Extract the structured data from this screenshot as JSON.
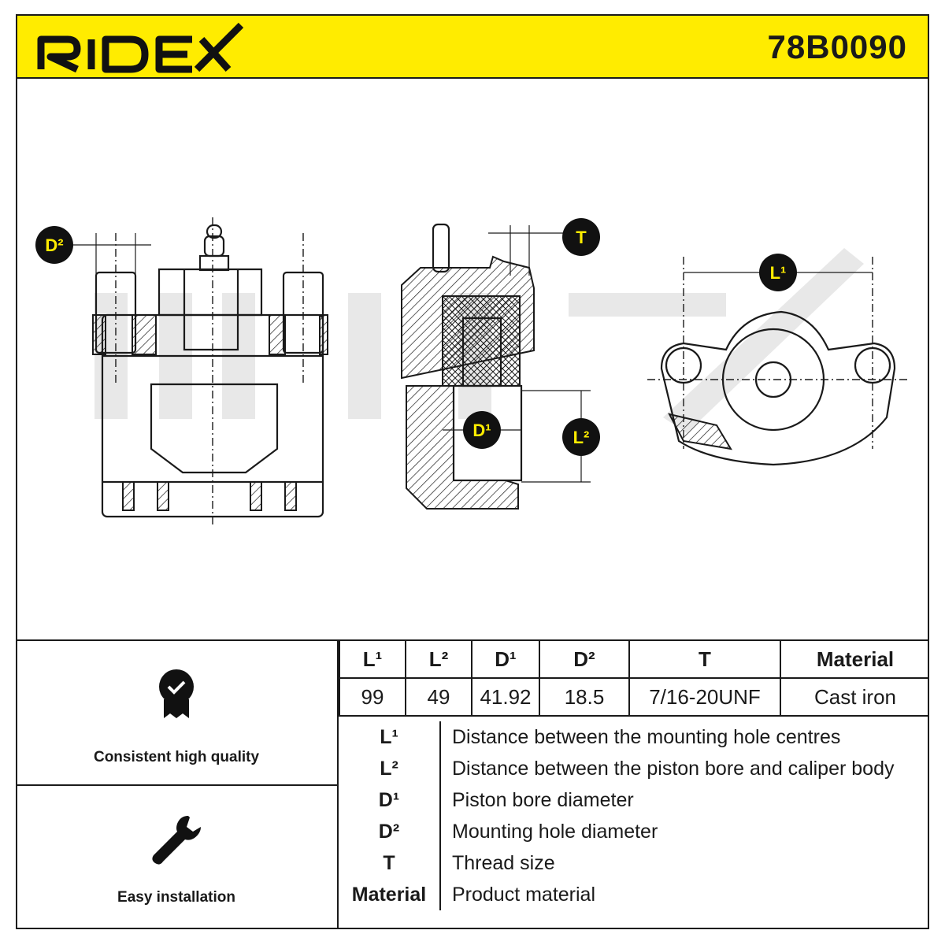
{
  "header": {
    "brand": "RIDEX",
    "part_number": "78B0090",
    "background_color": "#ffec00"
  },
  "drawing": {
    "watermark": "RIDEX",
    "dimension_badges": {
      "d2": "D²",
      "t": "T",
      "l1": "L¹",
      "d1": "D¹",
      "l2": "L²"
    }
  },
  "features": [
    {
      "icon": "quality-badge-icon",
      "label": "Consistent high quality"
    },
    {
      "icon": "wrench-icon",
      "label": "Easy installation"
    }
  ],
  "specs": {
    "headers": [
      "L¹",
      "L²",
      "D¹",
      "D²",
      "T",
      "Material"
    ],
    "values": [
      "99",
      "49",
      "41.92",
      "18.5",
      "7/16-20UNF",
      "Cast iron"
    ]
  },
  "legend": [
    {
      "key": "L¹",
      "description": "Distance between the mounting hole centres"
    },
    {
      "key": "L²",
      "description": "Distance between the piston bore and caliper body"
    },
    {
      "key": "D¹",
      "description": "Piston bore diameter"
    },
    {
      "key": "D²",
      "description": "Mounting hole diameter"
    },
    {
      "key": "T",
      "description": "Thread size"
    },
    {
      "key": "Material",
      "description": "Product material"
    }
  ]
}
